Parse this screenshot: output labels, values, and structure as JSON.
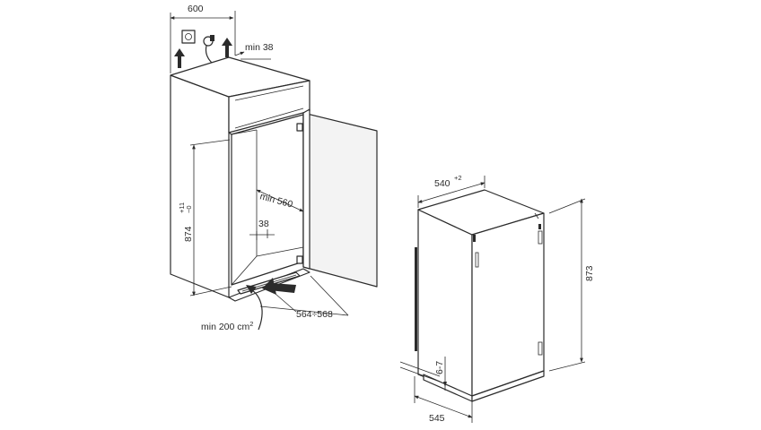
{
  "installation": {
    "niche_width": "600",
    "top_vent_gap": "min 38",
    "niche_depth": "min 560",
    "side_gap": "38",
    "niche_height": "874",
    "height_tol_plus": "+11",
    "height_tol_minus": "−0",
    "vent_area": "min 200 cm",
    "vent_area_sup": "2",
    "opening_width": "564÷568"
  },
  "appliance": {
    "width": "540",
    "width_tol": "+2",
    "height": "873",
    "depth": "545",
    "foot_gap": "6-7"
  }
}
